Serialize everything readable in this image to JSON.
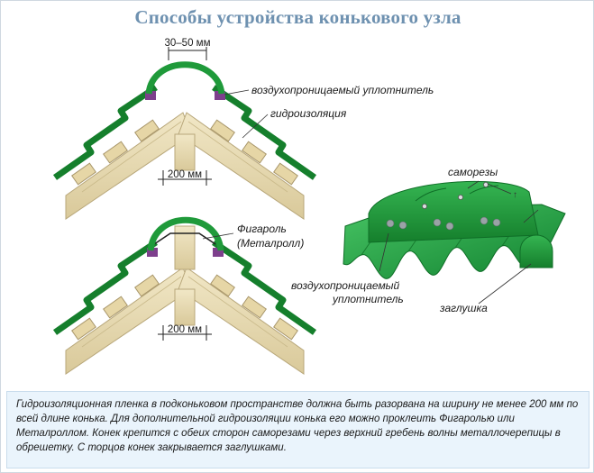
{
  "title": "Способы устройства конькового узла",
  "top_ridge": {
    "gap_label": "30–50 мм",
    "sealant_label": "воздухопроницаемый уплотнитель",
    "waterproofing_label": "гидроизоляция",
    "width_label": "200 мм"
  },
  "bottom_ridge": {
    "figarol_label_line1": "Фигароль",
    "figarol_label_line2": "(Металролл)",
    "width_label": "200 мм"
  },
  "right_detail": {
    "screws_label": "саморезы",
    "sealant_label_line1": "воздухопроницаемый",
    "sealant_label_line2": "уплотнитель",
    "end_cap_label": "заглушка"
  },
  "caption": "Гидроизоляционная пленка в подконьковом пространстве должна быть разорвана на ширину не менее 200 мм по всей длине конька. Для дополнительной гидроизоляции конька его можно проклеить Фигаролью или Металроллом. Конек крепится с обеих сторон саморезами через верхний гребень волны металлочерепицы в обрешетку. С торцов конек закрывается заглушками.",
  "colors": {
    "title": "#6e91b0",
    "metal_green": "#1f9a3a",
    "metal_dark": "#137a2a",
    "wood": "#e9dcb4",
    "wood_edge": "#b8a77a",
    "sealant": "#7d3f8c",
    "caption_bg": "#eaf4fc"
  }
}
